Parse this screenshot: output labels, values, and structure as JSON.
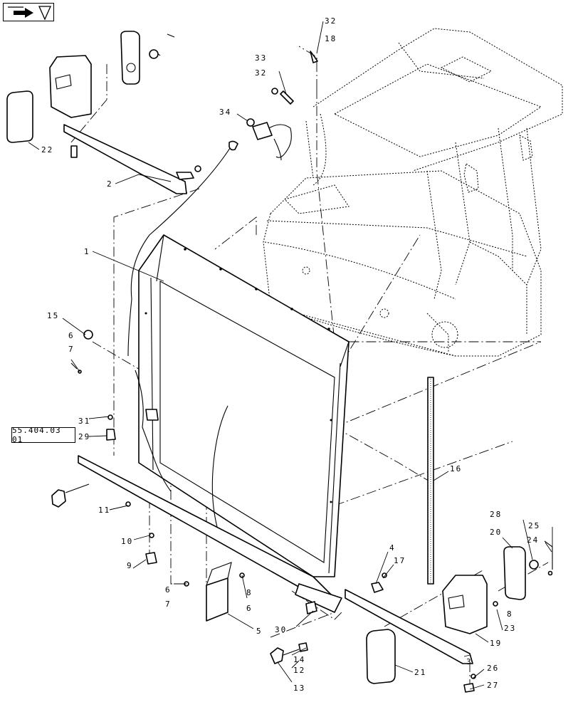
{
  "reference": "55.404.03 01",
  "callouts": [
    {
      "id": "c1",
      "text": "1"
    },
    {
      "id": "c2",
      "text": "2"
    },
    {
      "id": "c3",
      "text": "3"
    },
    {
      "id": "c4",
      "text": "4"
    },
    {
      "id": "c5",
      "text": "5"
    },
    {
      "id": "c6a",
      "text": "6"
    },
    {
      "id": "c6b",
      "text": "6"
    },
    {
      "id": "c6c",
      "text": "6"
    },
    {
      "id": "c7a",
      "text": "7"
    },
    {
      "id": "c7b",
      "text": "7"
    },
    {
      "id": "c8a",
      "text": "8"
    },
    {
      "id": "c8b",
      "text": "8"
    },
    {
      "id": "c9",
      "text": "9"
    },
    {
      "id": "c10",
      "text": "10"
    },
    {
      "id": "c11",
      "text": "11"
    },
    {
      "id": "c12",
      "text": "12"
    },
    {
      "id": "c13",
      "text": "13"
    },
    {
      "id": "c14",
      "text": "14"
    },
    {
      "id": "c15",
      "text": "15"
    },
    {
      "id": "c16",
      "text": "16"
    },
    {
      "id": "c17",
      "text": "17"
    },
    {
      "id": "c18",
      "text": "18"
    },
    {
      "id": "c19",
      "text": "19"
    },
    {
      "id": "c20",
      "text": "20"
    },
    {
      "id": "c21",
      "text": "21"
    },
    {
      "id": "c22",
      "text": "22"
    },
    {
      "id": "c23",
      "text": "23"
    },
    {
      "id": "c24",
      "text": "24"
    },
    {
      "id": "c25",
      "text": "25"
    },
    {
      "id": "c26",
      "text": "26"
    },
    {
      "id": "c27",
      "text": "27"
    },
    {
      "id": "c28",
      "text": "28"
    },
    {
      "id": "c29",
      "text": "29"
    },
    {
      "id": "c30",
      "text": "30"
    },
    {
      "id": "c31",
      "text": "31"
    },
    {
      "id": "c32a",
      "text": "32"
    },
    {
      "id": "c32b",
      "text": "32"
    },
    {
      "id": "c33",
      "text": "33"
    },
    {
      "id": "c34",
      "text": "34"
    }
  ]
}
